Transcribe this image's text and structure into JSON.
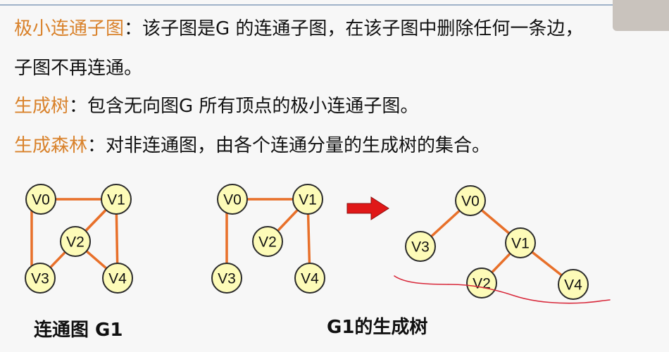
{
  "definitions": [
    {
      "term": "极小连通子图",
      "text": "：该子图是G 的连通子图，在该子图中删除任何一条边，"
    },
    {
      "term": "",
      "text": "子图不再连通。"
    },
    {
      "term": "生成树",
      "text": "：包含无向图G 所有顶点的极小连通子图。"
    },
    {
      "term": "生成森林",
      "text": "：对非连通图，由各个连通分量的生成树的集合。"
    }
  ],
  "captions": {
    "graph": "连通图 G1",
    "tree": "G1的生成树"
  },
  "nodes": {
    "v0": "V0",
    "v1": "V1",
    "v2": "V2",
    "v3": "V3",
    "v4": "V4"
  },
  "colors": {
    "term": "#d9822b",
    "edge": "#e8702a",
    "node_fill": "#fdfbb8",
    "arrow": "#e01818",
    "annotation": "#d8283a"
  }
}
